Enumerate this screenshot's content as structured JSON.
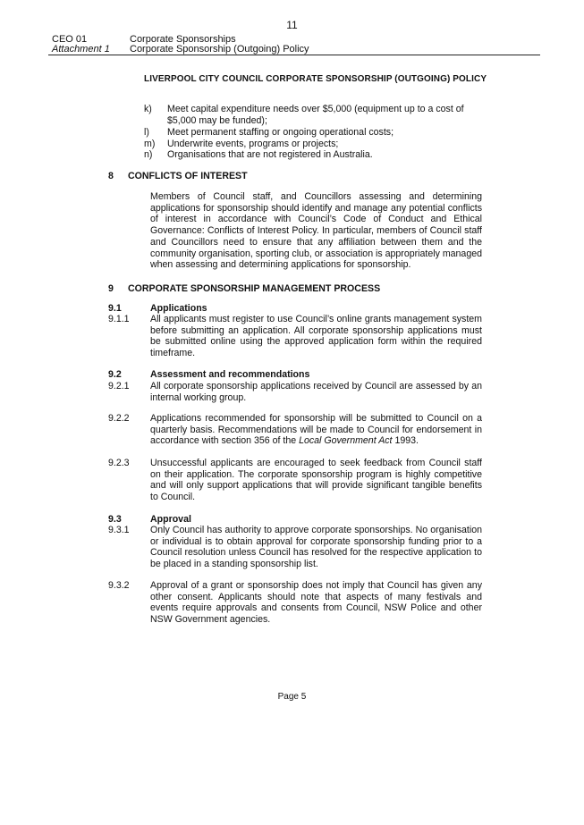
{
  "page_number": "11",
  "header": {
    "left_line1": "CEO 01",
    "left_line2": "Attachment 1",
    "right_line1": "Corporate Sponsorships",
    "right_line2": "Corporate Sponsorship (Outgoing) Policy"
  },
  "policy_title": "LIVERPOOL CITY COUNCIL CORPORATE SPONSORSHIP (OUTGOING) POLICY",
  "list_items": [
    {
      "letter": "k)",
      "text": "Meet capital expenditure needs over $5,000 (equipment up to a cost of $5,000 may be funded);"
    },
    {
      "letter": "l)",
      "text": "Meet permanent staffing or ongoing operational costs;"
    },
    {
      "letter": "m)",
      "text": "Underwrite events, programs or projects;"
    },
    {
      "letter": "n)",
      "text": "Organisations that are not registered in Australia."
    }
  ],
  "section8": {
    "number": "8",
    "title": "CONFLICTS OF INTEREST",
    "body": "Members of Council staff, and Councillors assessing and determining applications for sponsorship should identify and manage any potential conflicts of interest in accordance with Council’s Code of Conduct and Ethical Governance: Conflicts of Interest Policy. In particular, members of Council staff and Councillors need to ensure that any affiliation between them and the community organisation, sporting club, or association is appropriately managed when assessing and determining applications for sponsorship."
  },
  "section9": {
    "number": "9",
    "title": "CORPORATE SPONSORSHIP MANAGEMENT PROCESS"
  },
  "s91": {
    "number": "9.1",
    "title": "Applications",
    "p1_num": "9.1.1",
    "p1": "All applicants must register to use Council’s online grants management system before submitting an application. All corporate sponsorship applications must be submitted online using the approved application form within the required timeframe."
  },
  "s92": {
    "number": "9.2",
    "title": "Assessment and recommendations",
    "p1_num": "9.2.1",
    "p1": "All corporate sponsorship applications received by Council are assessed by an internal working group.",
    "p2_num": "9.2.2",
    "p2_pre": "Applications recommended for sponsorship will be submitted to Council on a quarterly basis. Recommendations will be made to Council for endorsement in accordance with section 356 of the ",
    "p2_italic": "Local Government Act",
    "p2_post": " 1993.",
    "p3_num": "9.2.3",
    "p3": "Unsuccessful applicants are encouraged to seek feedback from Council staff on their application. The corporate sponsorship program is highly competitive and will only support applications that will provide significant tangible benefits to Council."
  },
  "s93": {
    "number": "9.3",
    "title": "Approval",
    "p1_num": "9.3.1",
    "p1": "Only Council has authority to approve corporate sponsorships. No organisation or individual is to obtain approval for corporate sponsorship funding prior to a Council resolution unless Council has resolved for the respective application to be placed in a standing sponsorship list.",
    "p2_num": "9.3.2",
    "p2": "Approval of a grant or sponsorship does not imply that Council has given any other consent. Applicants should note that aspects of many festivals and events require approvals and consents from Council, NSW Police and other NSW Government agencies."
  },
  "footer": "Page 5"
}
